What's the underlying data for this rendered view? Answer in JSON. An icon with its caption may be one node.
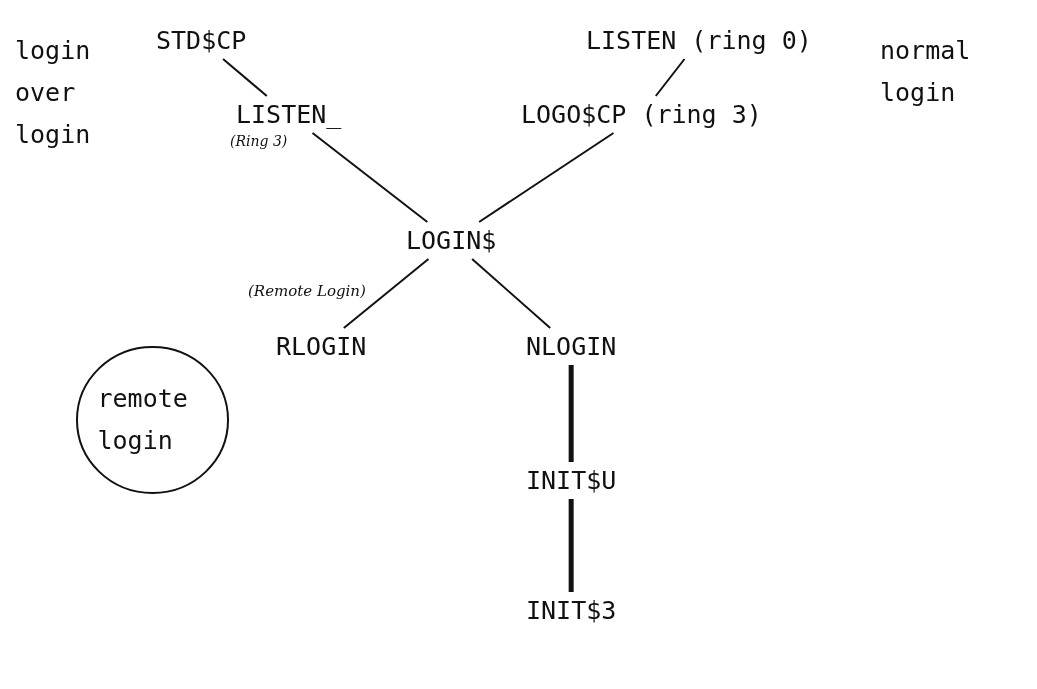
{
  "diagram": {
    "nodes": [
      {
        "text": [
          "STD$CP"
        ]
      },
      {
        "text": [
          "LISTEN (ring 0)"
        ]
      },
      {
        "text": [
          "LISTEN_"
        ],
        "beside": [
          "(Ring 3)"
        ]
      },
      {
        "text": [
          "LOGO$CP (ring 3)"
        ]
      },
      {
        "text": [
          "LOGIN$"
        ]
      },
      {
        "text": [
          "RLOGIN"
        ]
      },
      {
        "text": [
          "NLOGIN"
        ]
      },
      {
        "text": [
          "INIT$U"
        ]
      },
      {
        "text": [
          "INIT$3"
        ]
      },
      {
        "text": [
          "remote login"
        ]
      }
    ],
    "edges": [
      {
        "from": 0,
        "to": 2,
        "arrow": "none"
      },
      {
        "from": 1,
        "to": 3,
        "arrow": "none"
      },
      {
        "from": 2,
        "to": 4,
        "arrow": "none"
      },
      {
        "from": 3,
        "to": 4,
        "arrow": "none"
      },
      {
        "from": 4,
        "to": 5,
        "arrow": "none",
        "label": "(Remote Login)"
      },
      {
        "from": 4,
        "to": 6,
        "arrow": "none"
      },
      {
        "from": 6,
        "to": 7,
        "arrow": "none",
        "style": "thick"
      },
      {
        "from": 7,
        "to": 8,
        "arrow": "none",
        "style": "thick"
      }
    ],
    "labels": [
      "login over login",
      "normal login"
    ]
  }
}
